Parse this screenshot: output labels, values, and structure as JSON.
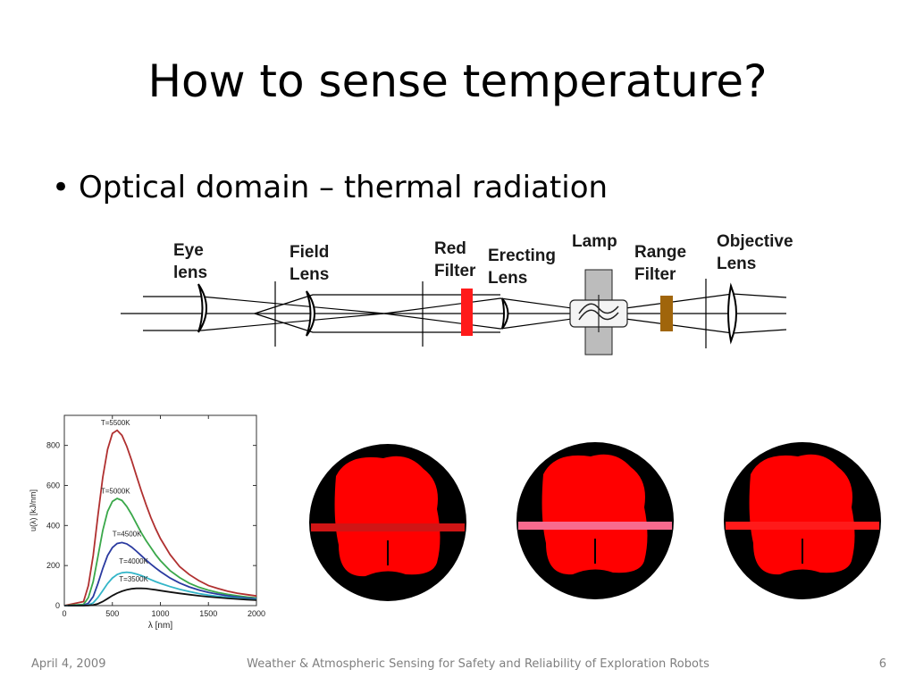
{
  "slide": {
    "title": "How to sense temperature?",
    "bullet": "Optical domain – thermal radiation"
  },
  "optics": {
    "labels": [
      {
        "id": "eye-lens",
        "lines": [
          "Eye",
          "lens"
        ]
      },
      {
        "id": "field-lens",
        "lines": [
          "Field",
          "Lens"
        ]
      },
      {
        "id": "red-filter",
        "lines": [
          "Red",
          "Filter"
        ]
      },
      {
        "id": "erecting-lens",
        "lines": [
          "Erecting",
          "Lens"
        ]
      },
      {
        "id": "lamp",
        "lines": [
          "Lamp"
        ]
      },
      {
        "id": "range-filter",
        "lines": [
          "Range",
          "Filter"
        ]
      },
      {
        "id": "objective-lens",
        "lines": [
          "Objective",
          "Lens"
        ]
      }
    ],
    "colors": {
      "red_filter": "#ff1a1a",
      "range_filter": "#a0650b"
    }
  },
  "chart_data": {
    "type": "line",
    "xlabel": "λ [nm]",
    "ylabel": "u(λ) [kJ/nm]",
    "xlim": [
      0,
      2000
    ],
    "ylim": [
      0,
      950
    ],
    "xticks": [
      0,
      500,
      1000,
      1500,
      2000
    ],
    "yticks": [
      0,
      200,
      400,
      600,
      800
    ],
    "grid": false,
    "x": [
      200,
      250,
      300,
      350,
      400,
      450,
      500,
      550,
      600,
      650,
      700,
      750,
      800,
      850,
      900,
      950,
      1000,
      1100,
      1200,
      1300,
      1400,
      1500,
      1600,
      1700,
      1800,
      1900,
      2000
    ],
    "series": [
      {
        "name": "T=5500K",
        "color": "#b03030",
        "values": [
          20,
          100,
          250,
          450,
          640,
          780,
          860,
          875,
          850,
          795,
          725,
          650,
          575,
          505,
          440,
          385,
          335,
          255,
          195,
          155,
          125,
          100,
          85,
          72,
          62,
          55,
          48
        ]
      },
      {
        "name": "T=5000K",
        "color": "#3aa84a",
        "values": [
          6,
          40,
          120,
          245,
          375,
          470,
          520,
          535,
          525,
          495,
          455,
          410,
          365,
          325,
          290,
          255,
          225,
          175,
          140,
          112,
          92,
          77,
          65,
          56,
          49,
          43,
          38
        ]
      },
      {
        "name": "T=4500K",
        "color": "#2a3aa0",
        "values": [
          2,
          12,
          45,
          110,
          185,
          250,
          290,
          310,
          315,
          308,
          292,
          272,
          250,
          228,
          207,
          188,
          170,
          138,
          113,
          93,
          78,
          66,
          57,
          49,
          43,
          38,
          34
        ]
      },
      {
        "name": "T=4000K",
        "color": "#33b5c8",
        "values": [
          0,
          3,
          14,
          40,
          75,
          110,
          138,
          155,
          164,
          167,
          164,
          158,
          150,
          140,
          130,
          120,
          111,
          95,
          81,
          70,
          60,
          52,
          46,
          41,
          37,
          33,
          30
        ]
      },
      {
        "name": "T=3500K",
        "color": "#111111",
        "values": [
          0,
          1,
          3,
          9,
          20,
          35,
          50,
          62,
          72,
          79,
          84,
          86,
          86,
          85,
          82,
          79,
          75,
          68,
          61,
          55,
          49,
          44,
          40,
          36,
          33,
          30,
          27
        ]
      }
    ],
    "series_label_anchors": [
      {
        "series": 0,
        "x": 380,
        "y": 900
      },
      {
        "series": 1,
        "x": 380,
        "y": 560
      },
      {
        "series": 2,
        "x": 500,
        "y": 345
      },
      {
        "series": 3,
        "x": 570,
        "y": 210
      },
      {
        "series": 4,
        "x": 570,
        "y": 120
      }
    ]
  },
  "views": {
    "items": [
      {
        "id": "view-1",
        "bar_color": "#d01515"
      },
      {
        "id": "view-2",
        "bar_color": "#f86a8e"
      },
      {
        "id": "view-3",
        "bar_color": "#ff1a1a"
      }
    ],
    "blob_color": "#ff0000",
    "background_color": "#000000"
  },
  "footer": {
    "date": "April 4, 2009",
    "title": "Weather & Atmospheric Sensing for Safety and Reliability of Exploration Robots",
    "page": "6"
  }
}
